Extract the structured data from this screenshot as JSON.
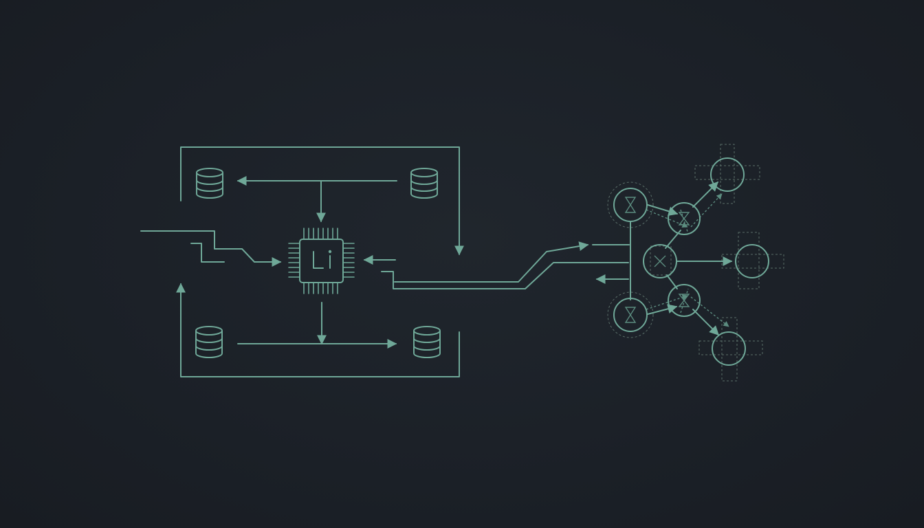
{
  "diagram": {
    "theme": {
      "background": "#1c2128",
      "stroke": "#6fa898",
      "stroke_dim": "#4d7a6e",
      "dashed": "#5a6e68"
    },
    "icons": {
      "processor": "cpu-chip-icon",
      "storage": "database-icon",
      "network": "neural-network-icon"
    },
    "storage_nodes": [
      "database-top-left",
      "database-top-right",
      "database-bottom-left",
      "database-bottom-right"
    ],
    "network": {
      "input_nodes": 2,
      "hidden_nodes": 3,
      "output_nodes": 3
    }
  }
}
